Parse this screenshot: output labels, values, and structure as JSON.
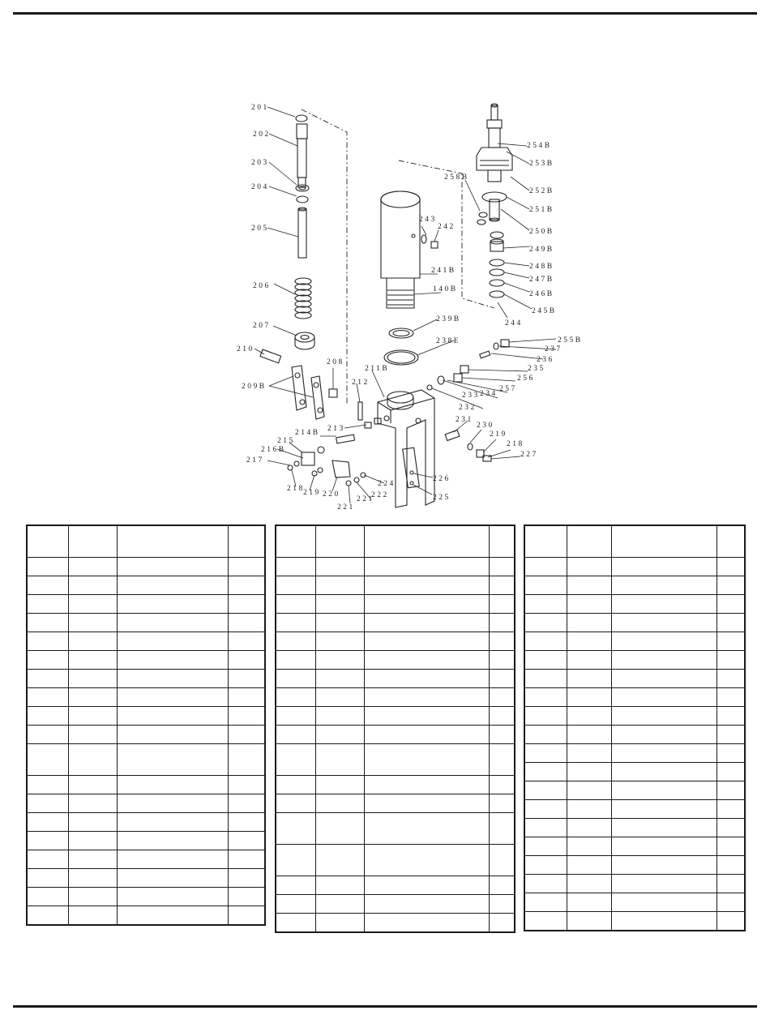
{
  "diagram": {
    "labels": {
      "p201": "201",
      "p202": "202",
      "p203": "203",
      "p204": "204",
      "p205": "205",
      "p206": "206",
      "p207": "207",
      "p208": "208",
      "p209": "209B",
      "p210": "210",
      "p211": "211B",
      "p212": "212",
      "p213": "213",
      "p214": "214B",
      "p215": "215",
      "p216": "216B",
      "p217": "217",
      "p218": "218",
      "p219": "219",
      "p220": "220",
      "p221": "221",
      "p222": "222",
      "p224": "224",
      "p225": "225",
      "p226": "226",
      "p227": "227",
      "p230": "230",
      "p231": "231",
      "p232": "232",
      "p233": "233",
      "p234": "234",
      "p235": "235",
      "p236": "236",
      "p237": "237",
      "p238": "238E",
      "p239": "239B",
      "p240": "140B",
      "p241": "241B",
      "p242": "242",
      "p243": "243",
      "p244": "244",
      "p245": "245B",
      "p246": "246B",
      "p247": "247B",
      "p248": "248B",
      "p249": "249B",
      "p250": "250B",
      "p251": "251B",
      "p252": "252B",
      "p253": "253B",
      "p254": "254B",
      "p255": "255B",
      "p256": "256",
      "p257": "257",
      "p258": "258B"
    }
  },
  "tables": [
    {
      "rows": [
        "t",
        "r",
        "r",
        "r",
        "r",
        "r",
        "r",
        "r",
        "r",
        "r",
        "r",
        "t",
        "r",
        "r",
        "r",
        "r",
        "r",
        "r",
        "r",
        "r"
      ]
    },
    {
      "rows": [
        "t",
        "r",
        "r",
        "r",
        "r",
        "r",
        "r",
        "r",
        "r",
        "r",
        "r",
        "t",
        "r",
        "r",
        "t",
        "t",
        "r",
        "r",
        "r"
      ]
    },
    {
      "rows": [
        "t",
        "r",
        "r",
        "r",
        "r",
        "r",
        "r",
        "r",
        "r",
        "r",
        "r",
        "r",
        "r",
        "r",
        "r",
        "r",
        "r",
        "r",
        "r",
        "r",
        "r"
      ]
    }
  ]
}
